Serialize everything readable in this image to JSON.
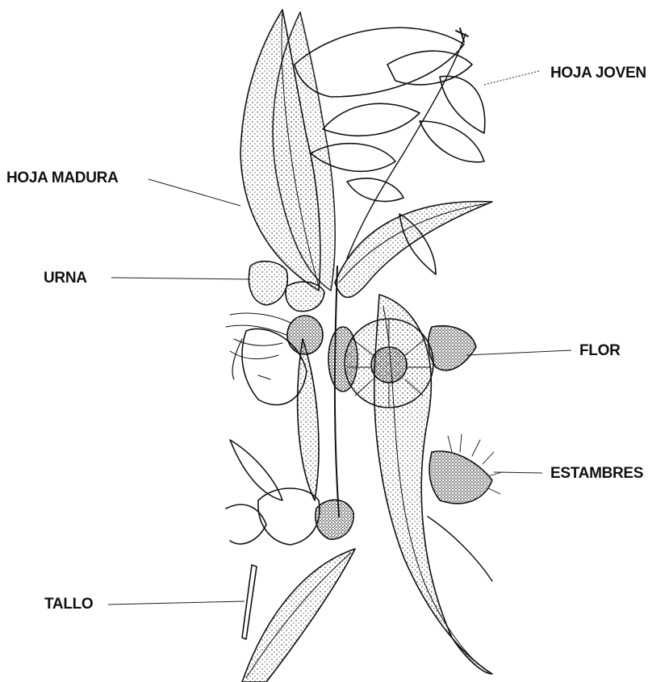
{
  "labels": {
    "hoja_joven": "HOJA JOVEN",
    "hoja_madura": "HOJA MADURA",
    "urna": "URNA",
    "flor": "FLOR",
    "estambres": "ESTAMBRES",
    "tallo": "TALLO"
  },
  "colors": {
    "ink": "#111111",
    "paper": "#ffffff"
  }
}
